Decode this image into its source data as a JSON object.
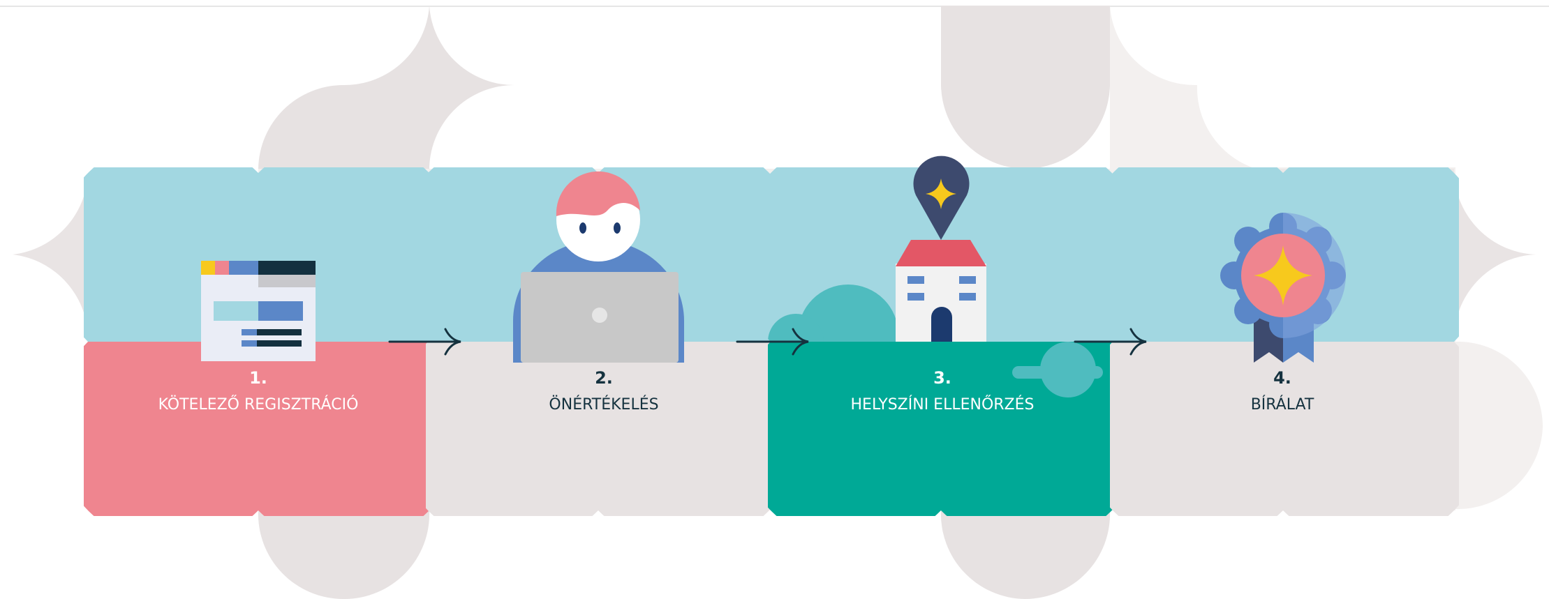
{
  "colors": {
    "petal_dark": "#e7e2e2",
    "petal_light": "#f3f0ef",
    "sky": "#a2d7e1",
    "pink": "#ef858f",
    "teal": "#00a996",
    "cloud": "#4fbcbf",
    "navy": "#1c3a4c",
    "arrow": "#15323f"
  },
  "steps": [
    {
      "number": "1.",
      "title": "KÖTELEZŐ REGISZTRÁCIÓ",
      "icon": "registration-form-icon",
      "theme": "pink"
    },
    {
      "number": "2.",
      "title": "ÖNÉRTÉKELÉS",
      "icon": "person-laptop-icon",
      "theme": "grey"
    },
    {
      "number": "3.",
      "title": "HELYSZÍNI ELLENŐRZÉS",
      "icon": "house-location-icon",
      "theme": "teal"
    },
    {
      "number": "4.",
      "title": "BÍRÁLAT",
      "icon": "award-rosette-icon",
      "theme": "grey"
    }
  ]
}
